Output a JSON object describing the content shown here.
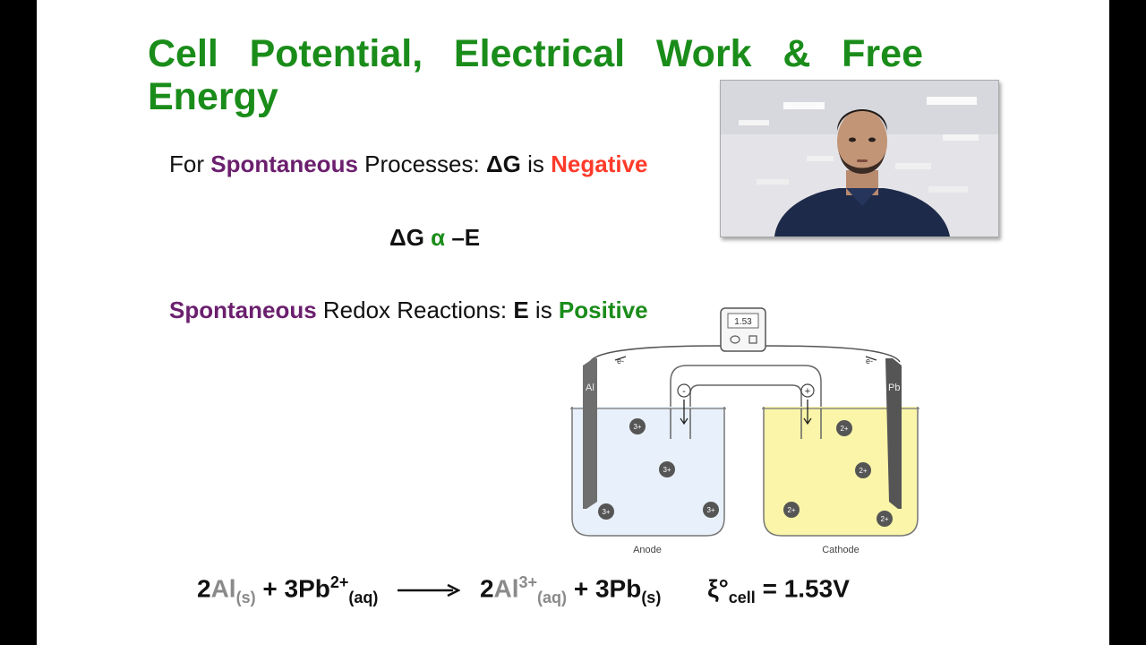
{
  "slide": {
    "title": "Cell Potential, Electrical Work & Free Energy",
    "line1": {
      "p1": "For ",
      "spontaneous": "Spontaneous",
      "p2": " Processes: ",
      "dg": "ΔG",
      "is": " is ",
      "negative": "Negative"
    },
    "relation": {
      "dg": "ΔG ",
      "alpha": "α",
      "minus_e": " –E"
    },
    "line2": {
      "spontaneous": "Spontaneous",
      "p2": " Redox Reactions: ",
      "e": "E",
      "is": " is ",
      "positive": "Positive"
    },
    "equation": {
      "c1": "2",
      "al": "Al",
      "s1": "(s)",
      "plus1": " + 3",
      "pb": "Pb",
      "pb_charge": "2+",
      "aq1": "(aq)",
      "c2": "2",
      "al2": "Al",
      "al_charge": "3+",
      "aq2": "(aq)",
      "plus2": " + 3",
      "pb2": "Pb",
      "s2": "(s)",
      "xi": "ξ°",
      "cell": "cell",
      "value": " = 1.53V"
    },
    "diagram": {
      "voltmeter_reading": "1.53",
      "left_electrode": "Al",
      "right_electrode": "Pb",
      "electron_left": "e-",
      "electron_right": "e-",
      "minus_sign": "-",
      "plus_sign": "+",
      "ion_3plus": "3+",
      "ion_2plus": "2+",
      "anode_label": "Anode",
      "cathode_label": "Cathode"
    }
  },
  "colors": {
    "title_green": "#1a8c1a",
    "purple": "#6b1f6e",
    "red": "#ff3b2a",
    "anode_solution": "#e8f1fb",
    "cathode_solution": "#faf5a8"
  }
}
